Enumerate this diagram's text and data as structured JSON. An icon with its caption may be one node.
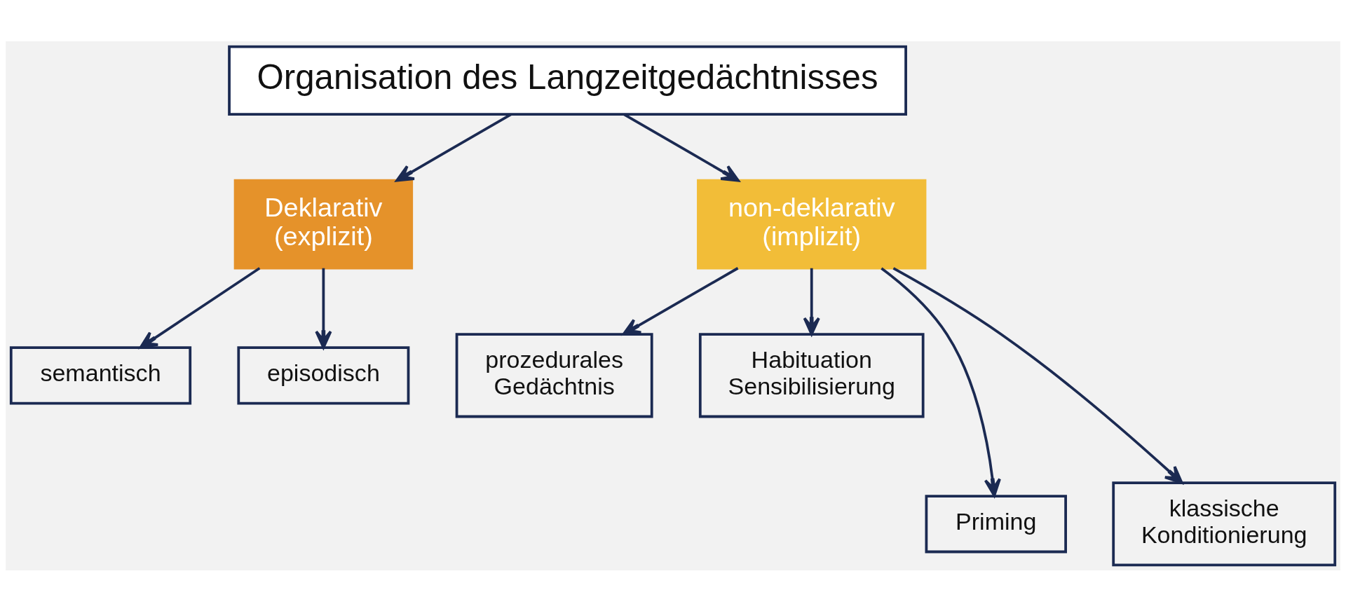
{
  "diagram": {
    "nodes": [
      {
        "text": [
          "Organisation des Langzeitgedächtnisses"
        ]
      },
      {
        "text": [
          "Deklarativ (explizit)"
        ]
      },
      {
        "text": [
          "non-deklarativ (implizit)"
        ]
      },
      {
        "text": [
          "semantisch"
        ]
      },
      {
        "text": [
          "episodisch"
        ]
      },
      {
        "text": [
          "prozedurales Gedächtnis"
        ]
      },
      {
        "text": [
          "Habituation Sensibilisierung"
        ]
      },
      {
        "text": [
          "Priming"
        ]
      },
      {
        "text": [
          "klassische Konditionierung"
        ]
      }
    ],
    "edges": [
      {
        "from": 0,
        "to": 1,
        "arrow": "to"
      },
      {
        "from": 0,
        "to": 2,
        "arrow": "to"
      },
      {
        "from": 1,
        "to": 3,
        "arrow": "to"
      },
      {
        "from": 1,
        "to": 4,
        "arrow": "to"
      },
      {
        "from": 2,
        "to": 5,
        "arrow": "to"
      },
      {
        "from": 2,
        "to": 7,
        "arrow": "to"
      },
      {
        "from": 2,
        "to": 8,
        "arrow": "to"
      },
      {
        "from": 2,
        "to": 6,
        "arrow": "to"
      }
    ]
  }
}
